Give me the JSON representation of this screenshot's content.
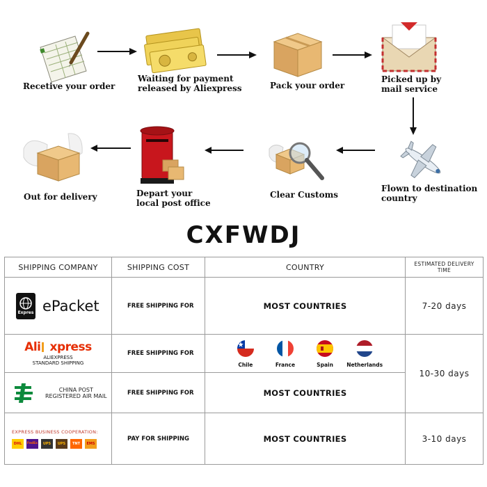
{
  "steps": [
    {
      "label_1": "Recetive your order",
      "label_2": "",
      "icon": "order-form-icon"
    },
    {
      "label_1": "Waiting for payment",
      "label_2": "released by Aliexpress",
      "icon": "money-icon"
    },
    {
      "label_1": "Pack your order",
      "label_2": "",
      "icon": "box-icon"
    },
    {
      "label_1": "Picked up by",
      "label_2": "mail service",
      "icon": "envelope-icon"
    },
    {
      "label_1": "Flown to destination",
      "label_2": "country",
      "icon": "airplane-icon"
    },
    {
      "label_1": "Clear Customs",
      "label_2": "",
      "icon": "magnifier-box-icon"
    },
    {
      "label_1": "Depart your",
      "label_2": "local post office",
      "icon": "mailbox-icon"
    },
    {
      "label_1": "Out for delivery",
      "label_2": "",
      "icon": "winged-box-icon"
    }
  ],
  "brand": "CXFWDJ",
  "table": {
    "headers": [
      "SHIPPING COMPANY",
      "SHIPPING COST",
      "COUNTRY",
      "ESTIMATED DELIVERY",
      "TIME"
    ],
    "rows": [
      {
        "company": "ePacket",
        "company_badge": "Expres",
        "cost": "FREE SHIPPING FOR",
        "country": "MOST COUNTRIES",
        "days": "7-20 days"
      },
      {
        "company_logo_1": "Ali",
        "company_logo_2": "xpress",
        "company_sub_1": "ALIEXPRESS",
        "company_sub_2": "STANDARD SHIPPING",
        "cost": "FREE SHIPPING FOR",
        "flags": [
          {
            "name": "Chile"
          },
          {
            "name": "France"
          },
          {
            "name": "Spain"
          },
          {
            "name": "Netherlands"
          }
        ],
        "days": "10-30 days"
      },
      {
        "company_1": "CHINA POST",
        "company_2": "REGISTERED AIR MAIL",
        "cost": "FREE SHIPPING FOR",
        "country": "MOST COUNTRIES"
      },
      {
        "company": "EXPRESS BUSINESS COOPERATION:",
        "carriers": [
          "DHL",
          "FedEx",
          "UPS",
          "UPS",
          "TNT",
          "EMS"
        ],
        "cost": "PAY FOR SHIPPING",
        "country": "MOST COUNTRIES",
        "days": "3-10 days"
      }
    ]
  },
  "colors": {
    "arrow": "#111111",
    "aliexpress_red": "#e62e04",
    "chinapost_green": "#0c8a3c",
    "border": "#9a9a9a"
  }
}
